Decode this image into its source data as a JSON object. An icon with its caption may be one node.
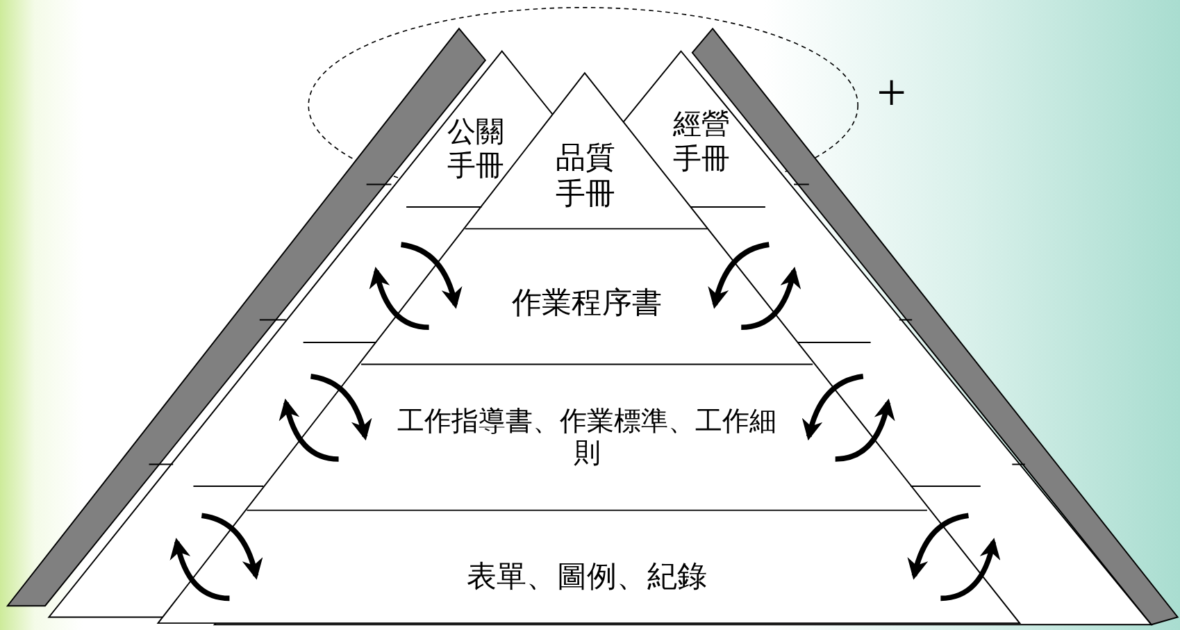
{
  "diagram": {
    "nodes": [
      {
        "text": [
          "公關手冊"
        ]
      },
      {
        "text": [
          "品質手冊"
        ]
      },
      {
        "text": [
          "經營手冊"
        ]
      },
      {
        "text": [
          "作業程序書"
        ]
      },
      {
        "text": [
          "工作指導書、作業標準、工作細則"
        ]
      },
      {
        "text": [
          "表單、圖例、紀錄"
        ]
      }
    ],
    "labels": [
      "+"
    ]
  }
}
